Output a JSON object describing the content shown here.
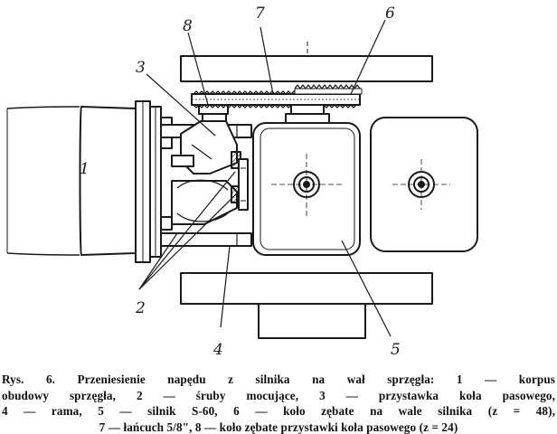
{
  "labels": {
    "l1": "1",
    "l2": "2",
    "l3": "3",
    "l4": "4",
    "l5": "5",
    "l6": "6",
    "l7": "7",
    "l8": "8"
  },
  "caption": {
    "head": "Rys. 6.",
    "line1": "Przeniesienie napędu z silnika na wał sprzęgła: 1 — korpus",
    "line2": "obudowy sprzęgła, 2 — śruby mocujące, 3 — przystawka koła pasowego,",
    "line3": "4 — rama, 5 — silnik S-60, 6 — koło zębate na wale silnika (z = 48),",
    "line4": "7 — łańcuch 5/8\", 8 — koło zębate przystawki koła pasowego (z = 24)"
  }
}
